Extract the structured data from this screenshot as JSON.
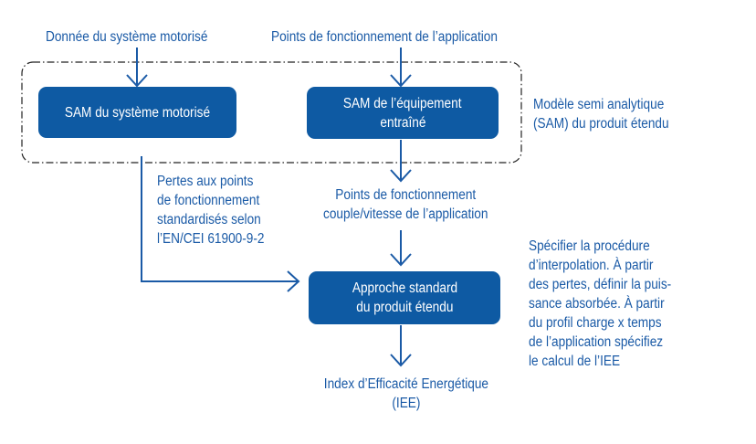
{
  "diagram": {
    "inputs": {
      "motor_system_data": "Donnée du système motorisé",
      "operating_points": "Points de fonctionnement de l’application"
    },
    "boxes": {
      "sam_motor_system": "SAM du système motorisé",
      "sam_driven_equipment_line1": "SAM de l’équipement",
      "sam_driven_equipment_line2": "entraîné",
      "standard_approach_line1": "Approche standard",
      "standard_approach_line2": "du produit étendu"
    },
    "group_label": {
      "line1": "Modèle semi analytique",
      "line2": "(SAM) du produit étendu"
    },
    "losses_label": {
      "line1": "Pertes aux points",
      "line2": "de fonctionnement",
      "line3": "standardisés selon",
      "line4": "l’EN/CEI 61900-9-2"
    },
    "torque_speed_label": {
      "line1": "Points de fonctionnement",
      "line2": "couple/vitesse de l’application"
    },
    "procedure_note": {
      "line1": "Spécifier la procédure",
      "line2": "d’interpolation. À partir",
      "line3": "des pertes, définir la puis-",
      "line4": "sance absorbée. À partir",
      "line5": "du profil charge x temps",
      "line6": "de l’application spécifiez",
      "line7": "le calcul de l’IEE"
    },
    "output": {
      "line1": "Index d’Efficacité Energétique",
      "line2": "(IEE)"
    },
    "colors": {
      "box_fill": "#0e5aa3",
      "text": "#1a5aa6",
      "arrow": "#1a5aa6",
      "group_border": "#222222"
    }
  }
}
